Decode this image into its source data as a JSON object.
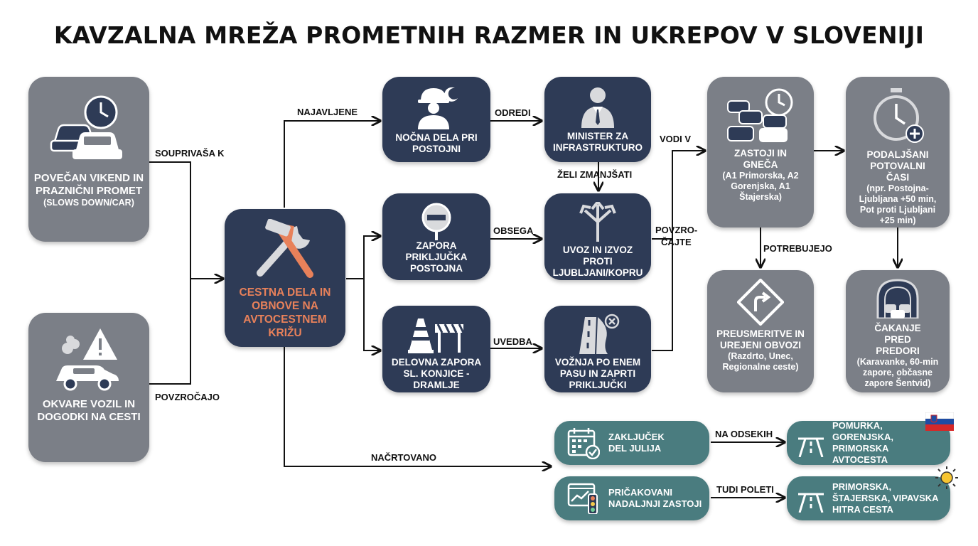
{
  "title": "KAVZALNA MREŽA PROMETNIH RAZMER IN UKREPOV V SLOVENIJI",
  "colors": {
    "gray": "#7b7f87",
    "navy": "#2e3b56",
    "teal": "#4a7c7f",
    "accent": "#e8815a"
  },
  "nodes": {
    "weekend": {
      "text": "POVEČAN VIKEND IN PRAZNIČNI PROMET",
      "sub": "(SLOWS DOWN/CAR)",
      "icon": "cars-clock-icon"
    },
    "breakdowns": {
      "text": "OKVARE VOZIL IN DOGODKI NA CESTI",
      "icon": "broken-car-warning-icon"
    },
    "roadworks": {
      "text": "CESTNA DELA IN OBNOVE NA AVTOCESTNEM KRIŽU",
      "icon": "hammer-wrench-icon"
    },
    "night_works": {
      "text": "NOČNA DELA PRI POSTOJNI",
      "icon": "worker-moon-icon"
    },
    "closure_postojna": {
      "text": "ZAPORA PRIKLJUČKA POSTOJNA",
      "icon": "no-entry-icon"
    },
    "work_zone": {
      "text": "DELOVNA ZAPORA SL. KONJICE - DRAMLJE",
      "icon": "cone-barrier-icon"
    },
    "minister": {
      "text": "MINISTER ZA INFRASTRUKTURO",
      "icon": "businessman-icon"
    },
    "junction": {
      "text": "UVOZ IN IZVOZ PROTI LJUBLJANI/KOPRU",
      "icon": "split-arrows-icon"
    },
    "single_lane": {
      "text": "VOŽNJA PO ENEM PASU IN ZAPRTI PRIKLJUČKI",
      "icon": "lane-closed-icon"
    },
    "jams": {
      "text": "ZASTOJI IN GNEČA",
      "sub": "(A1 Primorska, A2 Gorenjska, A1 Štajerska)",
      "icon": "traffic-jam-clock-icon"
    },
    "travel_times": {
      "text": "PODALJŠANI POTOVALNI ČASI",
      "sub": "(npr. Postojna-Ljubljana +50 min, Pot proti Ljubljani +25 min)",
      "icon": "stopwatch-plus-icon"
    },
    "detours": {
      "text": "PREUSMERITVE IN UREJENI OBVOZI",
      "sub": "(Razdrto, Unec, Regionalne ceste)",
      "icon": "detour-sign-icon"
    },
    "tunnels": {
      "text": "ČAKANJE PRED PREDORI",
      "sub": "(Karavanke, 60-min zapore, občasne zapore Šentvid)",
      "icon": "tunnel-icon"
    },
    "end_july": {
      "text": "ZAKLJUČEK DEL JULIJA",
      "icon": "calendar-check-icon"
    },
    "expected": {
      "text": "PRIČAKOVANI NADALJNJI ZASTOJI",
      "icon": "chart-traffic-light-icon"
    },
    "sections1": {
      "text": "POMURKA, GORENJSKA, PRIMORSKA AVTOCESTA",
      "icon": "highway-icon"
    },
    "sections2": {
      "text": "PRIMORSKA, ŠTAJERSKA, VIPAVSKA HITRA CESTA",
      "icon": "highway-icon"
    }
  },
  "edge_labels": {
    "souprivasa": "SOUPRIVAŠA K",
    "povzrocajo": "POVZROČAJO",
    "najavljene": "NAJAVLJENE",
    "nacrtovano": "NAČRTOVANO",
    "odredi": "ODREDI",
    "obsega": "OBSEGA",
    "uvedba": "UVEDBA",
    "zeli": "ŽELI ZMANJŠATI",
    "vodi": "VODI V",
    "povzrocajte_1": "POVZRO-",
    "povzrocajte_2": "ČAJTE",
    "potrebujejo": "POTREBUJEJO",
    "odsekih": "NA ODSEKIH",
    "poleti": "TUDI POLETI"
  },
  "decor": {
    "flag_icon": "slovenia-flag-icon",
    "sun_icon": "sun-icon"
  }
}
